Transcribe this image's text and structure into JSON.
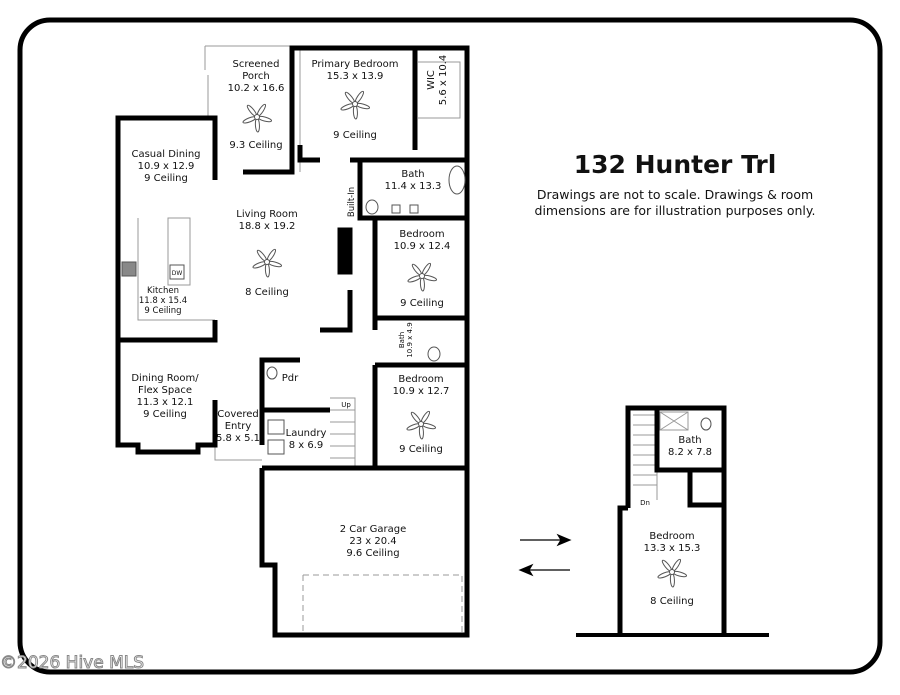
{
  "header": {
    "title": "132 Hunter Trl",
    "disclaimer_line1": "Drawings are not to scale. Drawings & room",
    "disclaimer_line2": "dimensions are for illustration purposes only."
  },
  "watermark": "©2026 Hive MLS",
  "main_floor": {
    "screened_porch": {
      "name1": "Screened",
      "name2": "Porch",
      "dims": "10.2 x 16.6",
      "ceiling": "9.3 Ceiling"
    },
    "primary_bedroom": {
      "name": "Primary Bedroom",
      "dims": "15.3 x 13.9",
      "ceiling": "9 Ceiling"
    },
    "wic": {
      "name": "WIC",
      "dims": "5.6 x 10.4"
    },
    "casual_dining": {
      "name": "Casual Dining",
      "dims": "10.9 x 12.9",
      "ceiling": "9 Ceiling"
    },
    "primary_bath": {
      "name": "Bath",
      "dims": "11.4 x 13.3"
    },
    "built_in": "Built-In",
    "living_room": {
      "name": "Living Room",
      "dims": "18.8 x 19.2",
      "ceiling": "8 Ceiling"
    },
    "bedroom_2": {
      "name": "Bedroom",
      "dims": "10.9 x 12.4",
      "ceiling": "9 Ceiling"
    },
    "kitchen": {
      "name": "Kitchen",
      "dims": "11.8 x 15.4",
      "ceiling": "9 Ceiling",
      "dw": "DW"
    },
    "bath_2": {
      "name": "Bath",
      "dims": "10.9 x 4.9"
    },
    "powder": "Pdr",
    "dining_room": {
      "name1": "Dining Room/",
      "name2": "Flex Space",
      "dims": "11.3 x 12.1",
      "ceiling": "9 Ceiling"
    },
    "bedroom_3": {
      "name": "Bedroom",
      "dims": "10.9 x 12.7",
      "ceiling": "9 Ceiling"
    },
    "stairs": "Up",
    "covered_entry": {
      "name1": "Covered",
      "name2": "Entry",
      "dims": "5.8 x 5.1"
    },
    "laundry": {
      "name": "Laundry",
      "dims": "8 x 6.9"
    },
    "garage": {
      "name": "2 Car Garage",
      "dims": "23 x 20.4",
      "ceiling": "9.6 Ceiling"
    }
  },
  "upper_floor": {
    "bath": {
      "name": "Bath",
      "dims": "8.2 x 7.8"
    },
    "stairs": "Dn",
    "bedroom": {
      "name": "Bedroom",
      "dims": "13.3 x 15.3",
      "ceiling": "8 Ceiling"
    }
  },
  "icons": [
    "ceiling-fan-icon",
    "arrow-right-icon",
    "arrow-left-icon"
  ]
}
